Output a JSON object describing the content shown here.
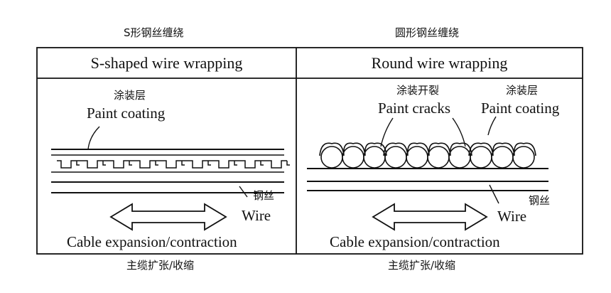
{
  "left_panel": {
    "caption_cn": "S形钢丝缠绕",
    "title_en": "S-shaped wire wrapping",
    "coating_cn": "涂装层",
    "coating_en": "Paint coating",
    "wire_cn": "钢丝",
    "wire_en": "Wire",
    "motion_en": "Cable expansion/contraction",
    "motion_cn": "主缆扩张/收缩"
  },
  "right_panel": {
    "caption_cn": "圆形钢丝缠绕",
    "title_en": "Round wire wrapping",
    "cracks_cn": "涂装开裂",
    "cracks_en": "Paint cracks",
    "coating_cn": "涂装层",
    "coating_en": "Paint coating",
    "wire_cn": "钢丝",
    "wire_en": "Wire",
    "motion_en": "Cable expansion/contraction",
    "motion_cn": "主缆扩张/收缩"
  }
}
